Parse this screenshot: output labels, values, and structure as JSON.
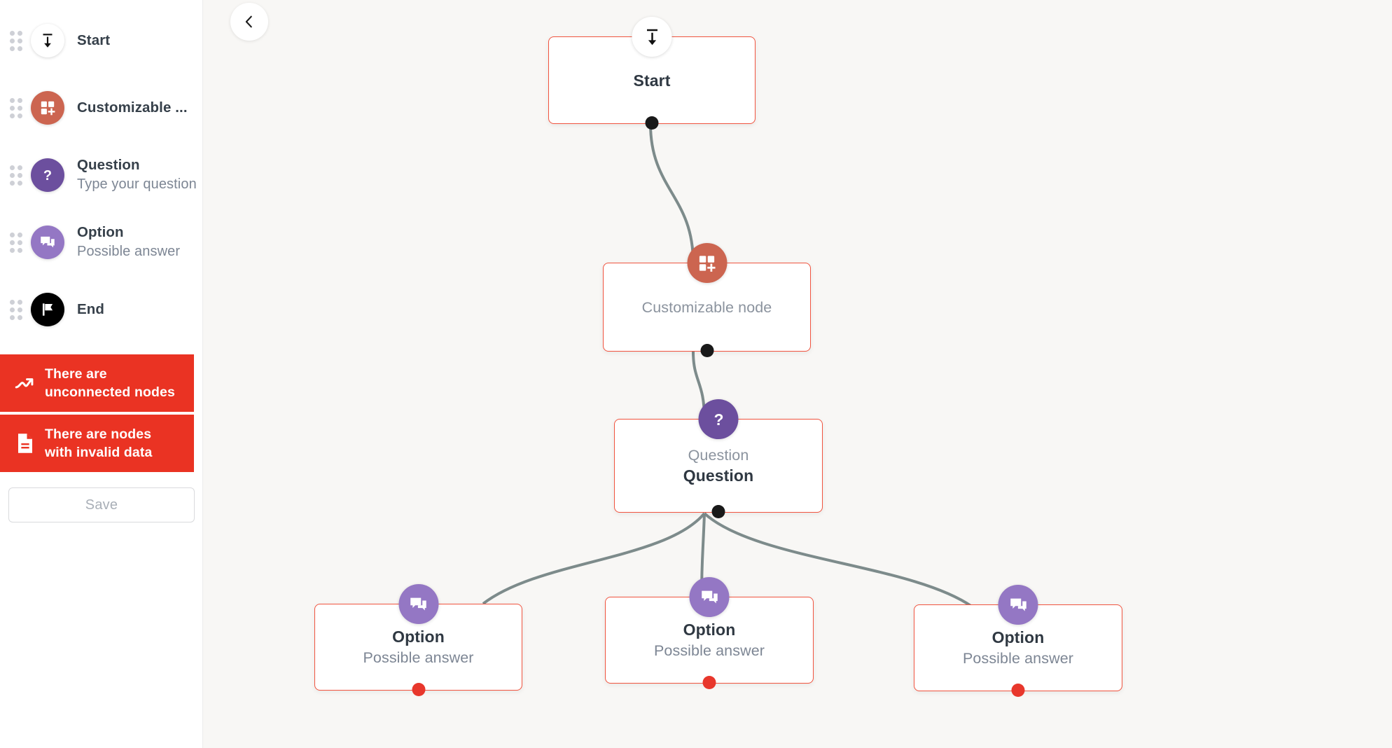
{
  "sidebar": {
    "palette": [
      {
        "title": "Start",
        "subtitle": "",
        "icon": "download-arrow-icon",
        "color": "#ffffff"
      },
      {
        "title": "Customizable ...",
        "subtitle": "",
        "icon": "grid-plus-icon",
        "color": "#cc6550"
      },
      {
        "title": "Question",
        "subtitle": "Type your question",
        "icon": "question-mark-icon",
        "color": "#6c4f9e"
      },
      {
        "title": "Option",
        "subtitle": "Possible answer",
        "icon": "chat-bubbles-icon",
        "color": "#9477c4"
      },
      {
        "title": "End",
        "subtitle": "",
        "icon": "flag-icon",
        "color": "#000000"
      }
    ],
    "alerts": [
      {
        "text": "There are unconnected nodes",
        "icon": "trending-up-icon",
        "color": "#ea3323"
      },
      {
        "text": "There are nodes with invalid data",
        "icon": "document-icon",
        "color": "#ea3323"
      }
    ],
    "save_label": "Save"
  },
  "canvas": {
    "back_button_icon": "chevron-left-icon",
    "nodes": [
      {
        "id": "start",
        "badge_icon": "download-arrow-icon",
        "badge_color": "#ffffff",
        "title": "Start",
        "subtitle": "",
        "label": ""
      },
      {
        "id": "customizable",
        "badge_icon": "grid-plus-icon",
        "badge_color": "#cc6550",
        "title": "",
        "subtitle": "",
        "label": "Customizable node"
      },
      {
        "id": "question",
        "badge_icon": "question-mark-icon",
        "badge_color": "#6c4f9e",
        "title": "Question",
        "subtitle": "",
        "label": "Question"
      },
      {
        "id": "option1",
        "badge_icon": "chat-bubbles-icon",
        "badge_color": "#9477c4",
        "title": "Option",
        "subtitle": "Possible answer",
        "label": ""
      },
      {
        "id": "option2",
        "badge_icon": "chat-bubbles-icon",
        "badge_color": "#9477c4",
        "title": "Option",
        "subtitle": "Possible answer",
        "label": ""
      },
      {
        "id": "option3",
        "badge_icon": "chat-bubbles-icon",
        "badge_color": "#9477c4",
        "title": "Option",
        "subtitle": "Possible answer",
        "label": ""
      }
    ]
  },
  "colors": {
    "alert_red": "#ea3323",
    "node_border_red": "#f1543f",
    "edge_gray": "#7d8b8b",
    "orange": "#cc6550",
    "purple_dark": "#6c4f9e",
    "purple_light": "#9477c4",
    "canvas_bg": "#f8f7f5"
  }
}
